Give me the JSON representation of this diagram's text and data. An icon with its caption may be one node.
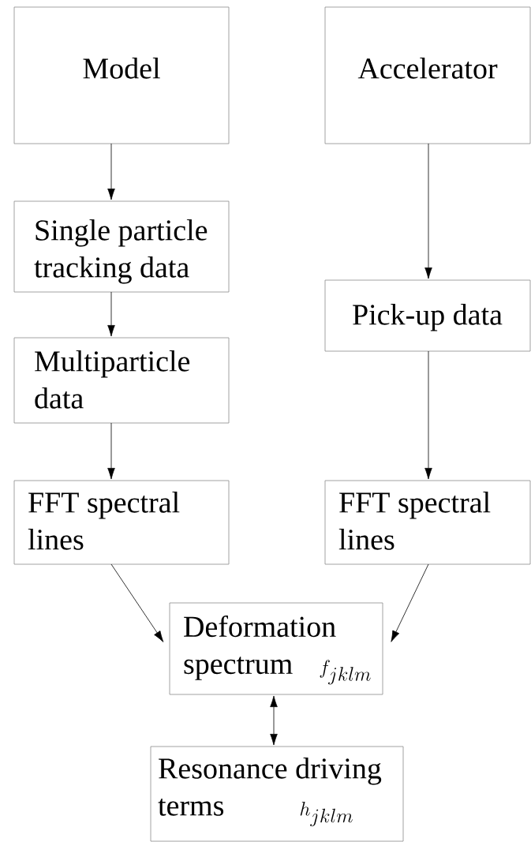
{
  "diagram": {
    "nodes": [
      {
        "text": [
          "Model"
        ]
      },
      {
        "text": [
          "Accelerator"
        ]
      },
      {
        "text": [
          "Single particle tracking data"
        ]
      },
      {
        "text": [
          "Multiparticle data"
        ]
      },
      {
        "text": [
          "Pick-up data"
        ]
      },
      {
        "text": [
          "FFT spectral lines"
        ]
      },
      {
        "text": [
          "FFT spectral lines"
        ]
      },
      {
        "text": [
          "Deformation spectrum",
          "f_{jklm}"
        ]
      },
      {
        "text": [
          "Resonance driving terms",
          "h_{jklm}"
        ]
      }
    ],
    "edges": [
      {
        "from": 0,
        "to": 2,
        "arrow": "to"
      },
      {
        "from": 2,
        "to": 3,
        "arrow": "to"
      },
      {
        "from": 3,
        "to": 5,
        "arrow": "to"
      },
      {
        "from": 1,
        "to": 4,
        "arrow": "to"
      },
      {
        "from": 4,
        "to": 6,
        "arrow": "to"
      },
      {
        "from": 5,
        "to": 7,
        "arrow": "to"
      },
      {
        "from": 6,
        "to": 7,
        "arrow": "to"
      },
      {
        "from": 7,
        "to": 8,
        "arrow": "both"
      }
    ]
  }
}
